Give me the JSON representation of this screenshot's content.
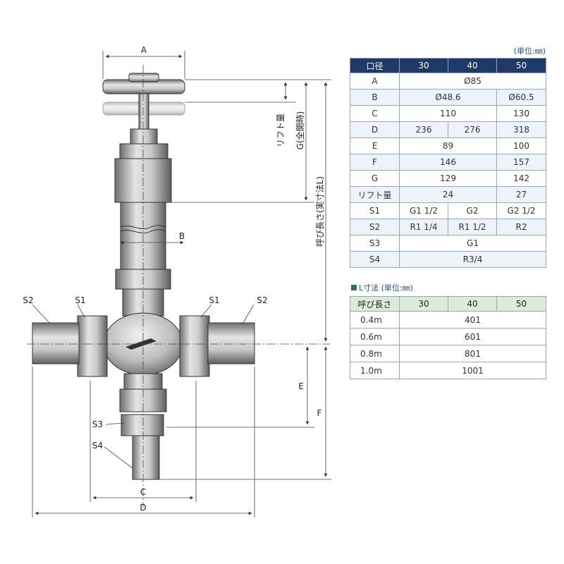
{
  "drawing": {
    "labels": {
      "A": "A",
      "B": "B",
      "C": "C",
      "D": "D",
      "E": "E",
      "F": "F",
      "S1_left": "S1",
      "S1_right": "S1",
      "S2_left": "S2",
      "S2_right": "S2",
      "S3": "S3",
      "S4": "S4",
      "lift": "リフト量",
      "G": "G(全開時)",
      "nominal_length": "呼び長さ(実寸法L)"
    }
  },
  "spec_table": {
    "unit_note": "(単位:㎜)",
    "header": [
      "口径",
      "30",
      "40",
      "50"
    ],
    "rows": [
      {
        "label": "A",
        "cells": [
          {
            "text": "Ø85",
            "span": 3
          }
        ]
      },
      {
        "label": "B",
        "cells": [
          {
            "text": "Ø48.6",
            "span": 2
          },
          {
            "text": "Ø60.5",
            "span": 1
          }
        ]
      },
      {
        "label": "C",
        "cells": [
          {
            "text": "110",
            "span": 2
          },
          {
            "text": "130",
            "span": 1
          }
        ]
      },
      {
        "label": "D",
        "cells": [
          {
            "text": "236",
            "span": 1
          },
          {
            "text": "276",
            "span": 1
          },
          {
            "text": "318",
            "span": 1
          }
        ]
      },
      {
        "label": "E",
        "cells": [
          {
            "text": "89",
            "span": 2
          },
          {
            "text": "100",
            "span": 1
          }
        ]
      },
      {
        "label": "F",
        "cells": [
          {
            "text": "146",
            "span": 2
          },
          {
            "text": "157",
            "span": 1
          }
        ]
      },
      {
        "label": "G",
        "cells": [
          {
            "text": "129",
            "span": 2
          },
          {
            "text": "142",
            "span": 1
          }
        ]
      },
      {
        "label": "リフト量",
        "cells": [
          {
            "text": "24",
            "span": 2
          },
          {
            "text": "27",
            "span": 1
          }
        ]
      },
      {
        "label": "S1",
        "cells": [
          {
            "text": "G1 1/2",
            "span": 1
          },
          {
            "text": "G2",
            "span": 1
          },
          {
            "text": "G2 1/2",
            "span": 1
          }
        ]
      },
      {
        "label": "S2",
        "cells": [
          {
            "text": "R1 1/4",
            "span": 1
          },
          {
            "text": "R1 1/2",
            "span": 1
          },
          {
            "text": "R2",
            "span": 1
          }
        ]
      },
      {
        "label": "S3",
        "cells": [
          {
            "text": "G1",
            "span": 3
          }
        ]
      },
      {
        "label": "S4",
        "cells": [
          {
            "text": "R3/4",
            "span": 3
          }
        ]
      }
    ]
  },
  "length_table": {
    "title": "L寸法 (単位:㎜)",
    "header": [
      "呼び長さ",
      "30",
      "40",
      "50"
    ],
    "rows": [
      {
        "label": "0.4m",
        "value": "401"
      },
      {
        "label": "0.6m",
        "value": "601"
      },
      {
        "label": "0.8m",
        "value": "801"
      },
      {
        "label": "1.0m",
        "value": "1001"
      }
    ]
  },
  "colors": {
    "header_navy": "#1e3a6a",
    "header_green": "#d9edd9",
    "accent_blue": "#1f4a8a"
  }
}
